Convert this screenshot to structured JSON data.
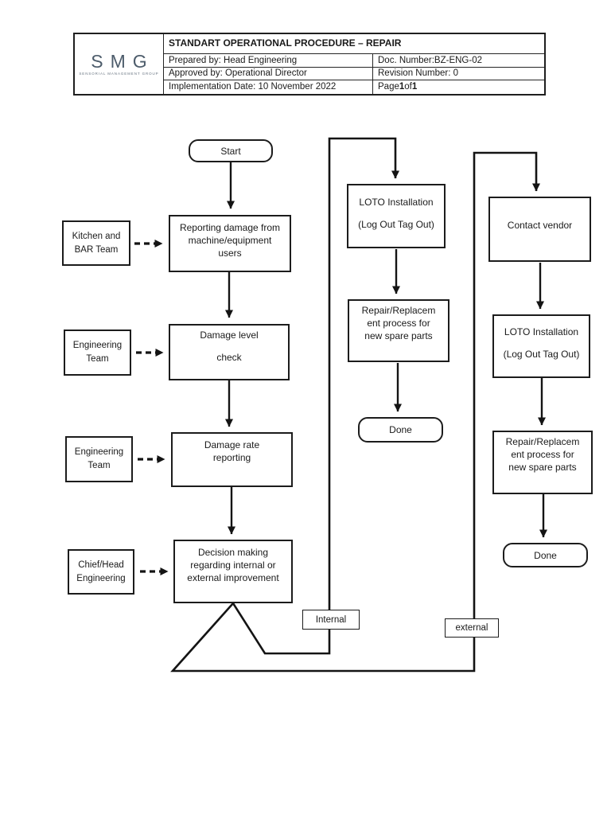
{
  "document": {
    "logo_text": "SMG",
    "logo_subtext": "SENSORIAL MANAGEMENT GROUP",
    "title": "STANDART OPERATIONAL PROCEDURE – REPAIR",
    "prepared_by": "Prepared by: Head Engineering",
    "doc_number": "Doc. Number:BZ-ENG-02",
    "approved_by": "Approved by: Operational Director",
    "revision": "Revision Number: 0",
    "implementation_date": "Implementation Date: 10 November 2022",
    "page": {
      "prefix": "Page ",
      "number": "1",
      "of": " of ",
      "total": "1"
    }
  },
  "flowchart": {
    "nodes": {
      "start": "Start",
      "reporting": "Reporting damage from\nmachine/equipment\nusers",
      "damage_level": "Damage level\n\ncheck",
      "damage_rate": "Damage rate\nreporting",
      "decision": "Decision making\nregarding internal or\nexternal improvement",
      "loto_internal": "LOTO Installation\n\n(Log Out Tag Out)",
      "repair_internal": "Repair/Replacem\nent process for\nnew spare parts",
      "done_internal": "Done",
      "contact_vendor": "Contact vendor",
      "loto_external": "LOTO Installation\n\n(Log Out Tag Out)",
      "repair_external": "Repair/Replacem\nent process for\nnew spare parts",
      "done_external": "Done"
    },
    "actors": {
      "kitchen": "Kitchen and\nBAR Team",
      "engineering_1": "Engineering\nTeam",
      "engineering_2": "Engineering\nTeam",
      "chief": "Chief/Head\nEngineering"
    },
    "branch_labels": {
      "internal": "Internal",
      "external": "external"
    }
  },
  "colors": {
    "line": "#1a1a1a",
    "text": "#1a1a1a",
    "logo": "#4d5c6b",
    "background": "#ffffff"
  }
}
